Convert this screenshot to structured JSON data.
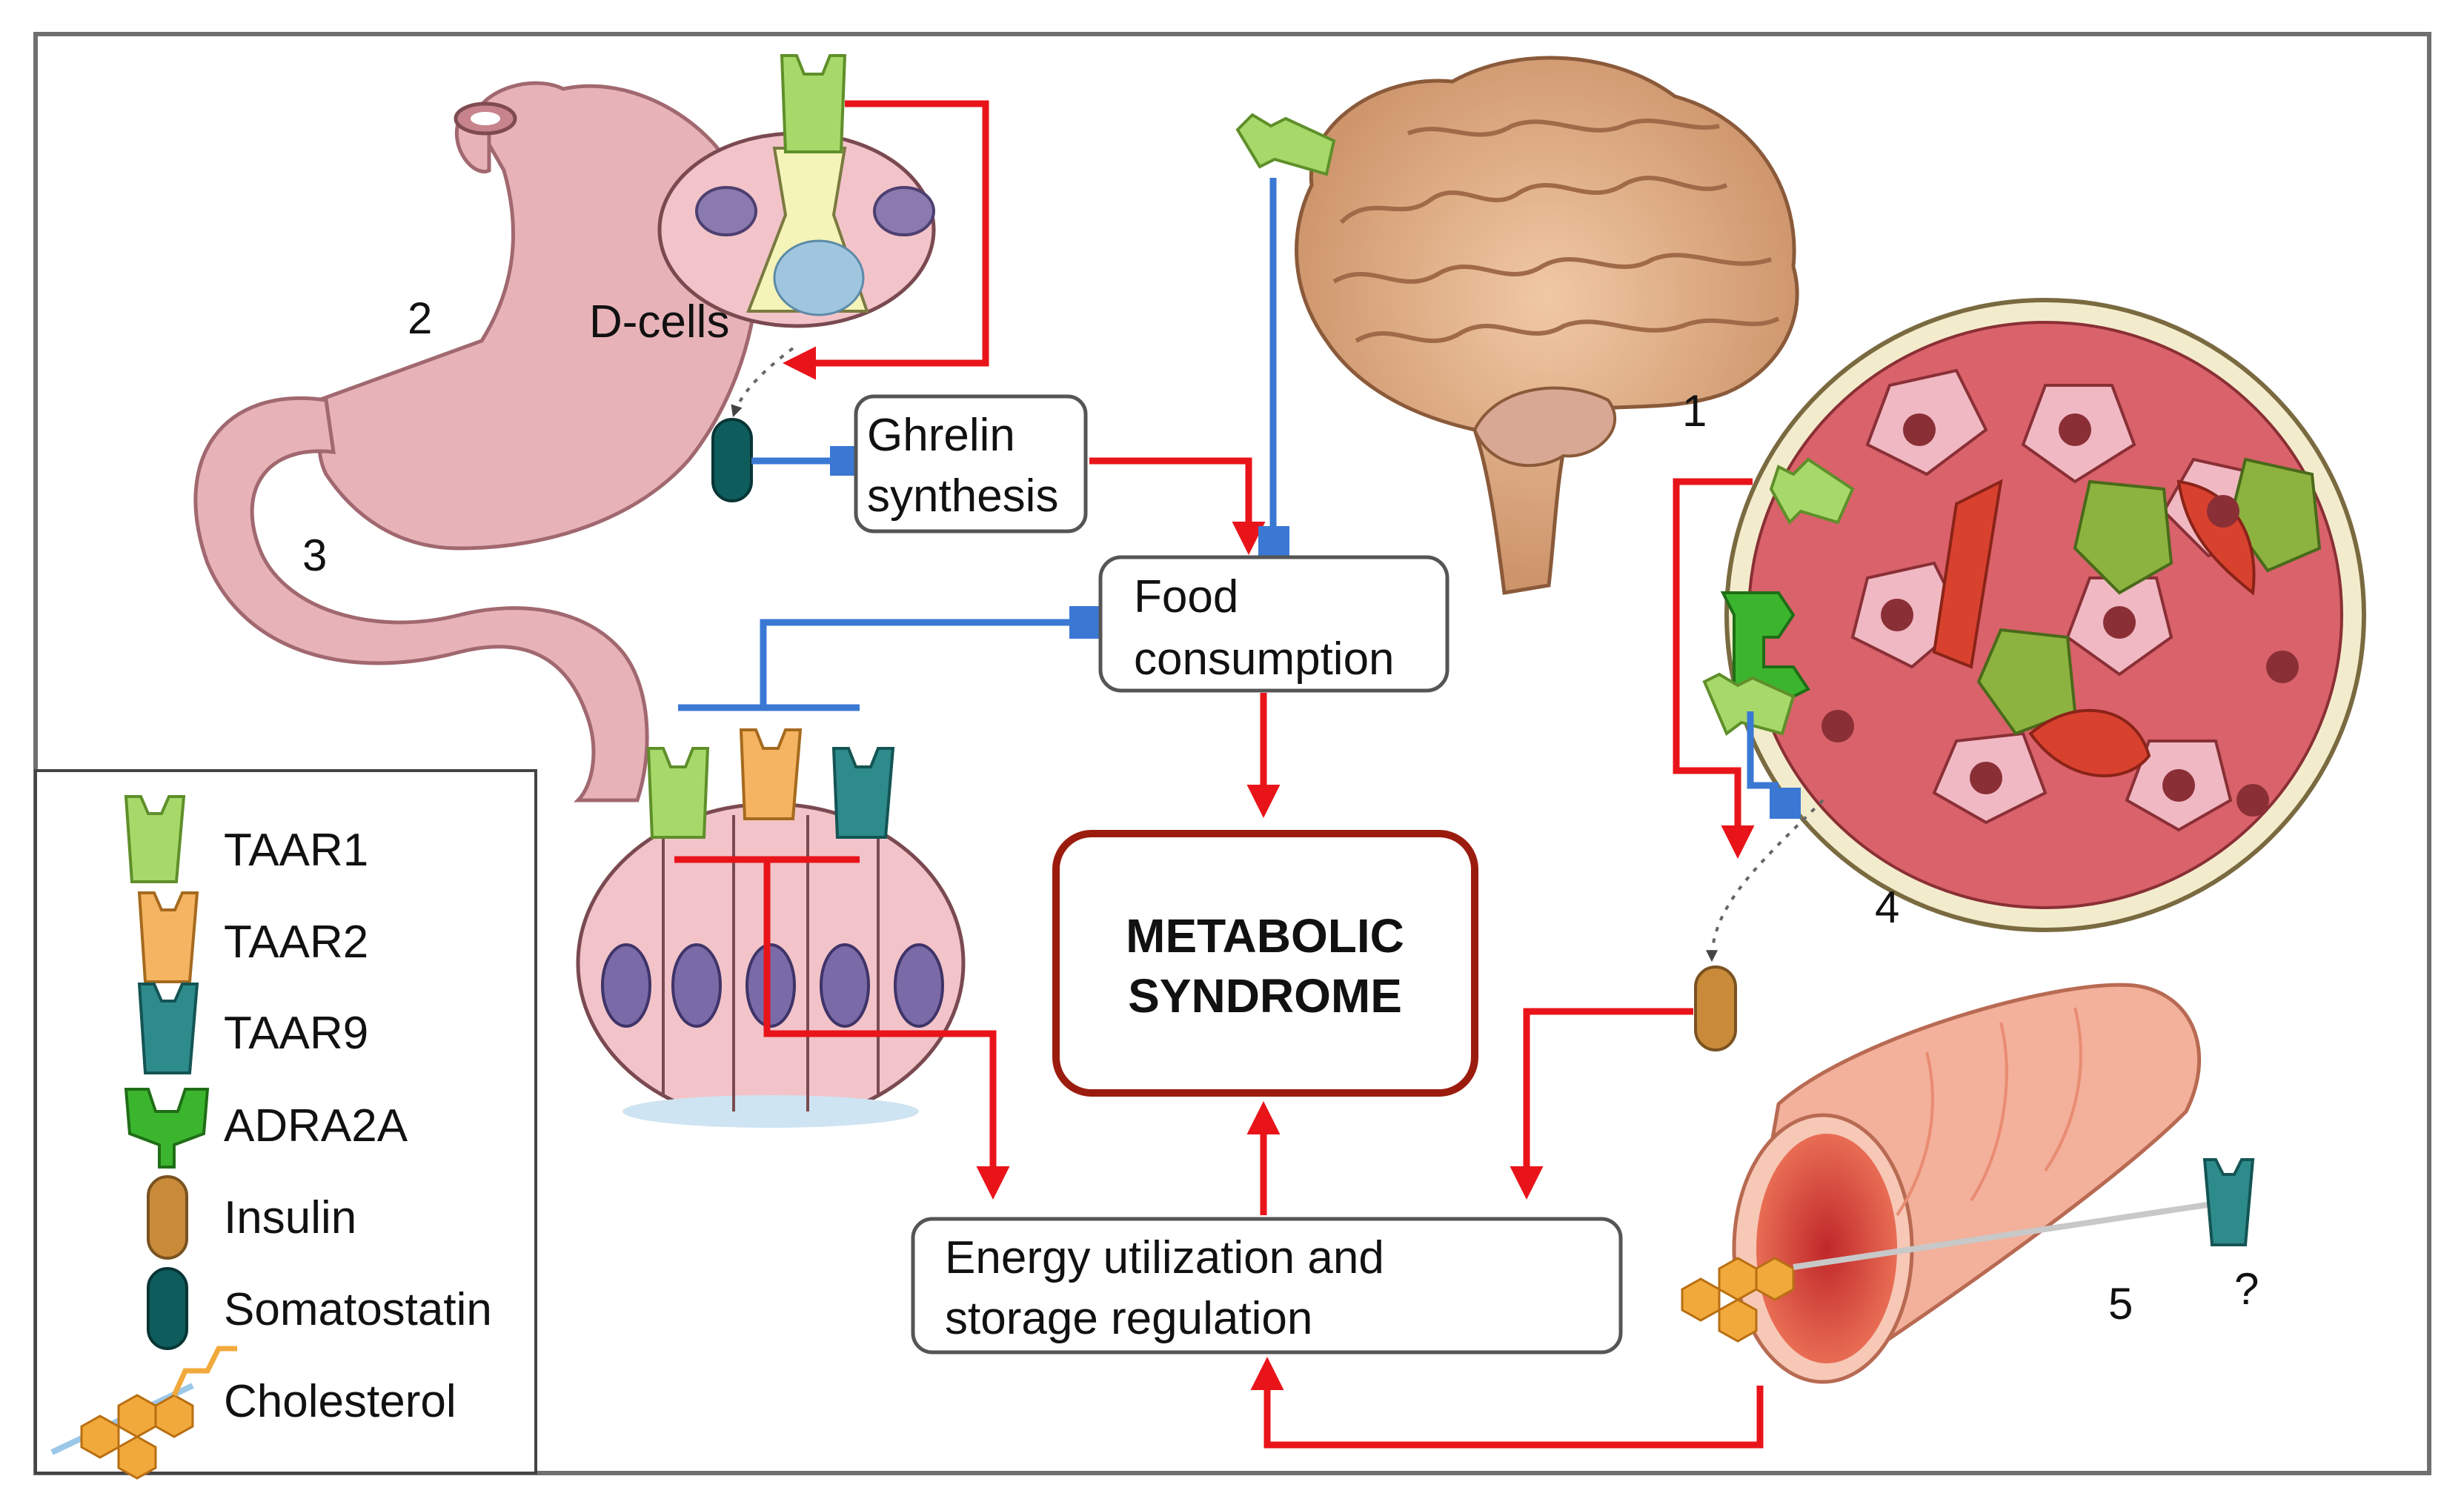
{
  "nodes": {
    "ghrelin_line1": "Ghrelin",
    "ghrelin_line2": "synthesis",
    "food_line1": "Food",
    "food_line2": "consumption",
    "metabolic_line1": "METABOLIC",
    "metabolic_line2": "SYNDROME",
    "energy_line1": "Energy utilization and",
    "energy_line2": "storage regulation"
  },
  "labels": {
    "d_cells": "D-cells",
    "organ_1": "1",
    "organ_2": "2",
    "organ_3": "3",
    "organ_4": "4",
    "organ_5": "5",
    "unknown": "?"
  },
  "legend": [
    {
      "label": "TAAR1",
      "color": "#a6d96a"
    },
    {
      "label": "TAAR2",
      "color": "#f5b461"
    },
    {
      "label": "TAAR9",
      "color": "#2e8b8b"
    },
    {
      "label": "ADRA2A",
      "color": "#3cb52e"
    },
    {
      "label": "Insulin",
      "color": "#c98b3a"
    },
    {
      "label": "Somatostatin",
      "color": "#0f5c5c"
    },
    {
      "label": "Cholesterol",
      "color": "#f2a93b"
    }
  ],
  "colors": {
    "activation": "#e8141a",
    "inhibition": "#3a78d4",
    "core_border": "#9b1c0e"
  }
}
